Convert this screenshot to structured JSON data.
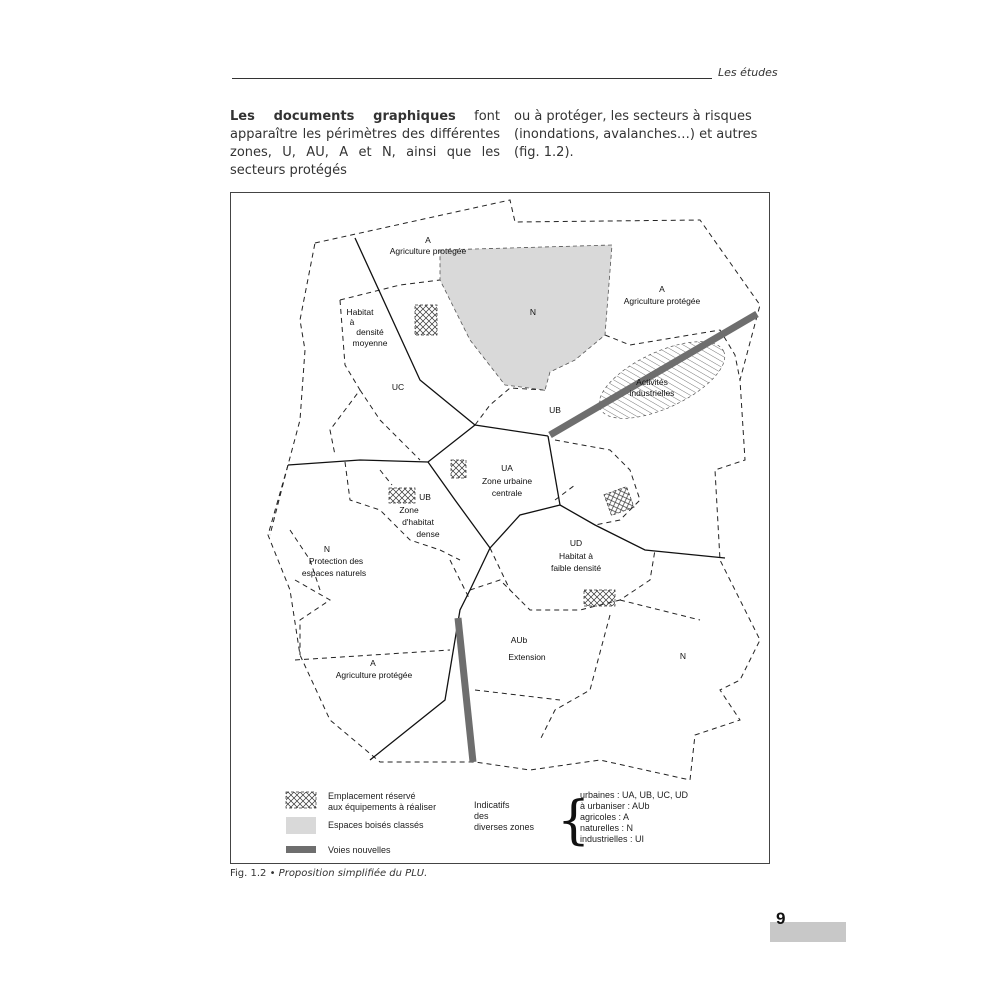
{
  "header": {
    "section_title": "Les études"
  },
  "body": {
    "col1_bold": "Les documents graphiques",
    "col1_text": " font apparaître les périmètres des différentes zones, U, AU, A et N, ainsi que les secteurs protégés",
    "col2_text": "ou à protéger, les secteurs à risques (inondations, avalanches…) et autres (fig. 1.2)."
  },
  "figure": {
    "zone_labels": [
      {
        "text": "A"
      },
      {
        "text": "Agriculture protégée"
      },
      {
        "text": "N"
      },
      {
        "text": "A"
      },
      {
        "text": "Agriculture protégée"
      },
      {
        "text": "Habitat"
      },
      {
        "text": "à"
      },
      {
        "text": "densité"
      },
      {
        "text": "moyenne"
      },
      {
        "text": "UC"
      },
      {
        "text": "UB"
      },
      {
        "text": "Activités"
      },
      {
        "text": "industrielles"
      },
      {
        "text": "UA"
      },
      {
        "text": "Zone urbaine"
      },
      {
        "text": "centrale"
      },
      {
        "text": "UB"
      },
      {
        "text": "Zone"
      },
      {
        "text": "d'habitat"
      },
      {
        "text": "dense"
      },
      {
        "text": "UD"
      },
      {
        "text": "Habitat à"
      },
      {
        "text": "faible densité"
      },
      {
        "text": "N"
      },
      {
        "text": "Protection des"
      },
      {
        "text": "espaces naturels"
      },
      {
        "text": "AUb"
      },
      {
        "text": "Extension"
      },
      {
        "text": "A"
      },
      {
        "text": "Agriculture protégée"
      },
      {
        "text": "N"
      }
    ],
    "legend": {
      "reserved_line1": "Emplacement réservé",
      "reserved_line2": "aux équipements à réaliser",
      "wooded": "Espaces boisés classés",
      "roads": "Voies nouvelles",
      "indicatifs_1": "Indicatifs",
      "indicatifs_2": "des",
      "indicatifs_3": "diverses zones",
      "zones": [
        "urbaines : UA, UB, UC, UD",
        "à urbaniser : AUb",
        "agricoles : A",
        "naturelles : N",
        "industrielles : UI"
      ]
    },
    "colors": {
      "wooded": "#d9d9d9",
      "roads": "#6e6e6e"
    }
  },
  "caption": {
    "label": "Fig. 1.2 • ",
    "text": "Proposition simplifiée du PLU."
  },
  "page_number": "9"
}
